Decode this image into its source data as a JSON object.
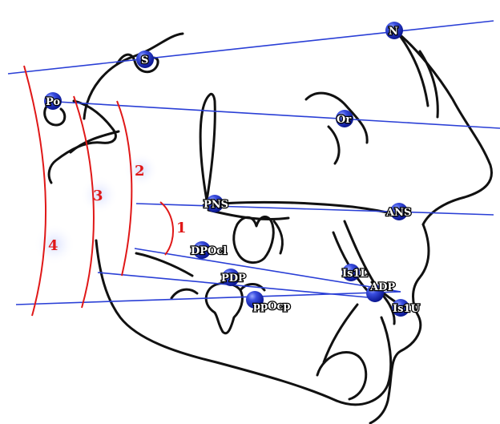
{
  "colors": {
    "outline": "#111111",
    "plane_line": "#2a3fd6",
    "arc": "#e01818",
    "landmark_fill": "#2233cc",
    "landmark_highlight": "#8fa2ff"
  },
  "landmarks": {
    "N": "N",
    "S": "S",
    "Po": "Po",
    "Or": "Or",
    "PNS": "PNS",
    "ANS": "ANS",
    "DPOcl": "DPOcl",
    "PDP": "PDP",
    "ppOcp": "ppOcp",
    "Is1L": "Is1L",
    "ADP": "ADP",
    "Is1U": "Is1U"
  },
  "arc_labels": {
    "a1": "1",
    "a2": "2",
    "a3": "3",
    "a4": "4"
  }
}
